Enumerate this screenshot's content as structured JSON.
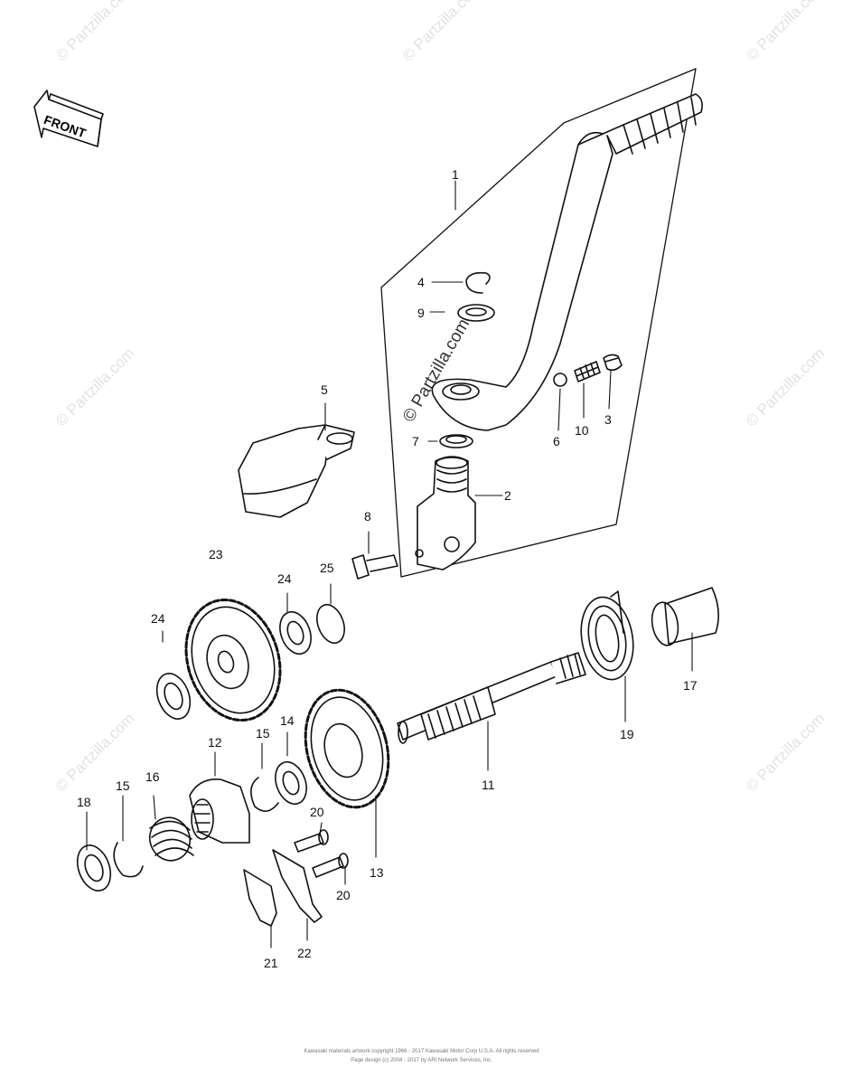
{
  "front_label": "FRONT",
  "watermark": "© Partzilla.com",
  "part_labels": [
    "1",
    "2",
    "3",
    "4",
    "5",
    "6",
    "7",
    "8",
    "9",
    "10",
    "11",
    "12",
    "13",
    "14",
    "15",
    "15",
    "16",
    "17",
    "18",
    "19",
    "20",
    "20",
    "21",
    "22",
    "23",
    "24",
    "24",
    "25"
  ],
  "footer": {
    "line1": "Kawasaki materials artwork copyright 1966 - 2017  Kawasaki Motor Corp U.S.A.  All rights reserved",
    "line2": "Page design (c) 2004 - 2017 by ARI Network Services, Inc."
  }
}
